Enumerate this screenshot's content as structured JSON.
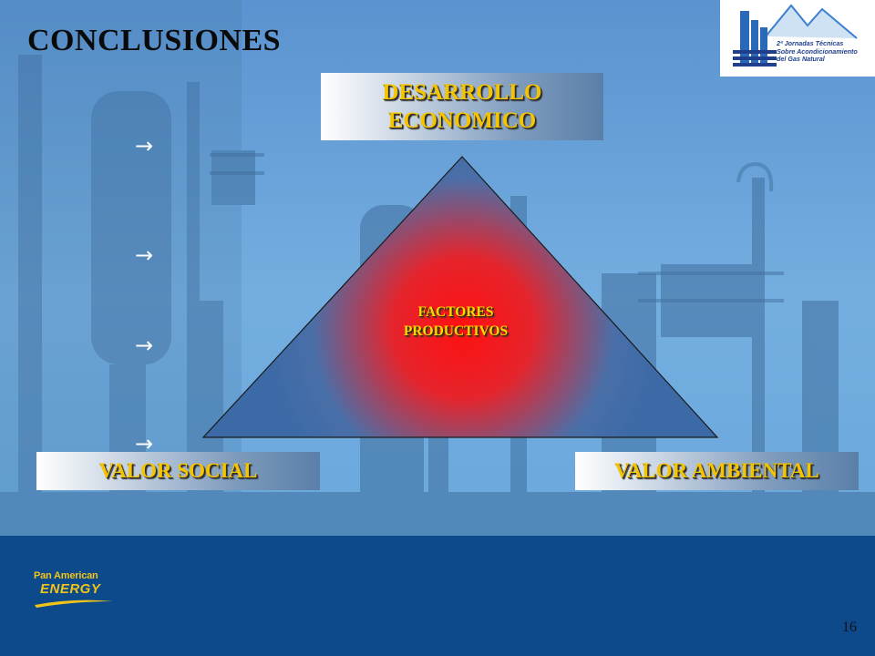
{
  "slide": {
    "title": "CONCLUSIONES",
    "page_number": "16"
  },
  "event_logo": {
    "lines": [
      "2ª Jornadas Técnicas",
      "Sobre Acondicionamiento",
      "del Gas Natural"
    ],
    "colors": {
      "text": "#1f3f8c",
      "mountain": "#3a7fd0"
    }
  },
  "diagram": {
    "top_box": {
      "line1": "DESARROLLO",
      "line2": "ECONOMICO"
    },
    "left_box": {
      "label": "VALOR SOCIAL"
    },
    "right_box": {
      "label": "VALOR AMBIENTAL"
    },
    "center": {
      "line1": "FACTORES",
      "line2": "PRODUCTIVOS"
    },
    "arrows": [
      "→",
      "→",
      "→",
      "→"
    ],
    "colors": {
      "label_text": "#f5c400",
      "triangle_center": "#ff1a1a",
      "footer": "#0d4a8c"
    }
  },
  "brand_logo": {
    "line1": "Pan American",
    "line2": "ENERGY",
    "color": "#f0c419"
  }
}
